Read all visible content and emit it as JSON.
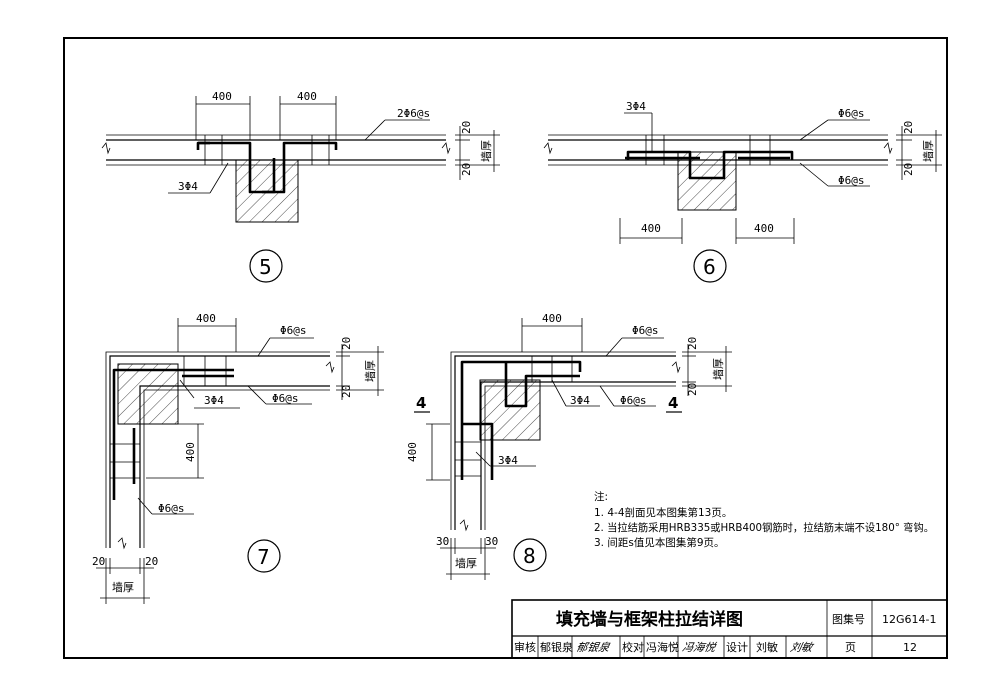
{
  "drawing": {
    "detail5": {
      "number": "5",
      "dim_left": "400",
      "dim_right": "400",
      "rebar_top": "2Φ6@s",
      "rebar_bottom": "3Φ4",
      "cover_top": "20",
      "cover_bottom": "20",
      "wall_thickness": "墙厚"
    },
    "detail6": {
      "number": "6",
      "dim_left": "400",
      "dim_right": "400",
      "rebar_top_left": "3Φ4",
      "rebar_top_right": "Φ6@s",
      "rebar_bottom_right": "Φ6@s",
      "cover_top": "20",
      "cover_bottom": "20",
      "wall_thickness": "墙厚"
    },
    "detail7": {
      "number": "7",
      "dim_horizontal": "400",
      "dim_vertical": "400",
      "rebar_top": "Φ6@s",
      "rebar_mid": "Φ6@s",
      "rebar_ties": "3Φ4",
      "rebar_vertical": "Φ6@s",
      "cover_top": "20",
      "cover_bottom": "20",
      "cover_left": "20",
      "cover_right": "20",
      "wall_thickness_right": "墙厚",
      "wall_thickness_bottom": "墙厚"
    },
    "detail8": {
      "number": "8",
      "dim_horizontal": "400",
      "dim_vertical": "400",
      "rebar_top": "Φ6@s",
      "rebar_mid": "Φ6@s",
      "rebar_ties_top": "3Φ4",
      "rebar_ties_left": "3Φ4",
      "section_mark_left": "4",
      "section_mark_right": "4",
      "cover_top": "20",
      "cover_bottom": "20",
      "cover_left": "30",
      "cover_right": "30",
      "wall_thickness_right": "墙厚",
      "wall_thickness_bottom": "墙厚"
    }
  },
  "notes": {
    "heading": "注:",
    "items": [
      "1.  4-4剖面见本图集第13页。",
      "2.  当拉结筋采用HRB335或HRB400钢筋时，拉结筋末端不设180° 弯钩。",
      "3.  间距s值见本图集第9页。"
    ]
  },
  "title_block": {
    "title": "填充墙与框架柱拉结详图",
    "atlas_label": "图集号",
    "atlas_number": "12G614-1",
    "review_label": "审核",
    "reviewer": "郁银泉",
    "reviewer_sig": "郁银泉",
    "check_label": "校对",
    "checker": "冯海悦",
    "checker_sig": "冯海悦",
    "design_label": "设计",
    "designer": "刘敏",
    "designer_sig": "刘敏",
    "page_label": "页",
    "page_number": "12"
  }
}
